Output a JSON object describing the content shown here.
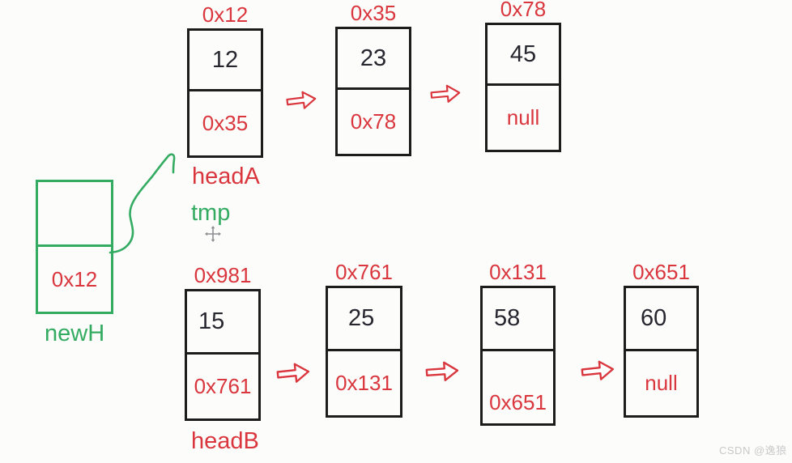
{
  "colors": {
    "red": "#d9363d",
    "green": "#33ab61",
    "node_border": "#1c1c1c",
    "value_text": "#26262e",
    "watermark": "#c9c9ca"
  },
  "new_head": {
    "pointer": "0x12",
    "label": "newH"
  },
  "tmp_pointer_label": "tmp",
  "list_a": {
    "head_label": "headA",
    "nodes": [
      {
        "address": "0x12",
        "value": "12",
        "next": "0x35"
      },
      {
        "address": "0x35",
        "value": "23",
        "next": "0x78"
      },
      {
        "address": "0x78",
        "value": "45",
        "next": "null"
      }
    ]
  },
  "list_b": {
    "head_label": "headB",
    "nodes": [
      {
        "address": "0x981",
        "value": "15",
        "next": "0x761"
      },
      {
        "address": "0x761",
        "value": "25",
        "next": "0x131"
      },
      {
        "address": "0x131",
        "value": "58",
        "next": "0x651"
      },
      {
        "address": "0x651",
        "value": "60",
        "next": "null"
      }
    ]
  },
  "watermark": "CSDN @逸狼"
}
